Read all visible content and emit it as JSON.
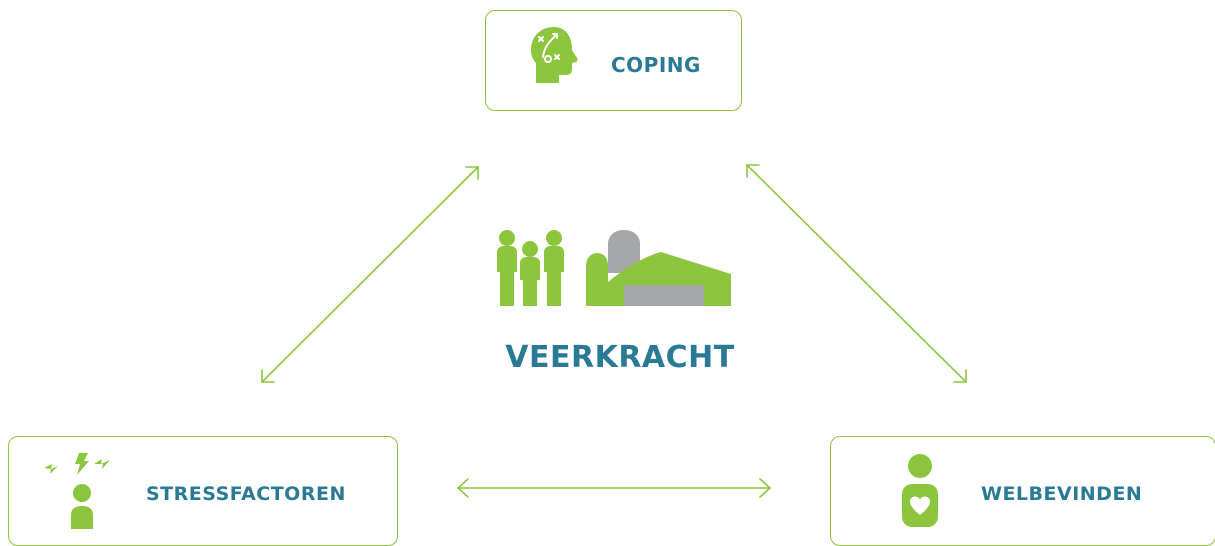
{
  "nodes": {
    "coping": {
      "label": "COPING",
      "icon": "head-strategy-icon"
    },
    "stressfactoren": {
      "label": "STRESSFACTOREN",
      "icon": "stressed-person-icon"
    },
    "welbevinden": {
      "label": "WELBEVINDEN",
      "icon": "person-heart-icon"
    }
  },
  "center": {
    "label": "VEERKRACHT",
    "icon": "family-farm-icon"
  },
  "colors": {
    "accent": "#8cc63f",
    "text": "#2a7a96",
    "building": "#a6a7a9"
  }
}
